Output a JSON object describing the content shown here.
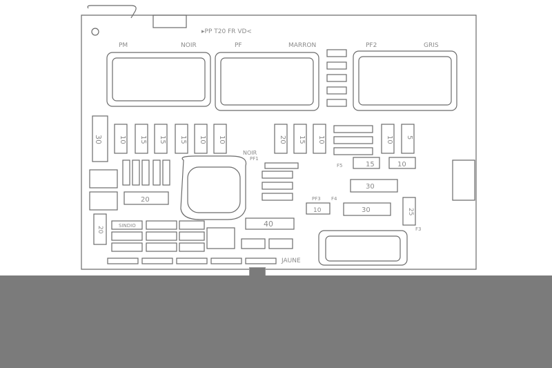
{
  "board": {
    "header": "▸PP T20 FR VD<",
    "connectors": {
      "pm": "PM",
      "noir": "NOIR",
      "pf": "PF",
      "marron": "MARRON",
      "pf2": "PF2",
      "gris": "GRIS"
    },
    "zones": {
      "noir_lower": "NOIR",
      "jaune": "JAUNE",
      "pf1": "PF1",
      "pf3": "PF3",
      "f3": "F3",
      "f4": "F4",
      "f5": "F5"
    },
    "fuses_top_row": [
      "10",
      "15",
      "15",
      "15",
      "10",
      "10",
      "20",
      "15",
      "10"
    ],
    "fuses_right_top": [
      "10",
      "5"
    ],
    "fuse_left_30": "30",
    "fuse_15_mid": "15",
    "fuse_10_mid": "10",
    "fuse_20_left": "20",
    "fuse_40": "40",
    "fuse_30_horizontal": "30",
    "fuse_10_small": "10",
    "fuse_30_bottom": "30",
    "fuse_25_side": "25",
    "fuse_20_vertical": "20",
    "relay_text": "SINDIO"
  },
  "colors": {
    "background": "#ffffff",
    "outline": "#6a6a6a",
    "label": "#8a8a8a",
    "bottom_bar": "#7b7b7b"
  }
}
